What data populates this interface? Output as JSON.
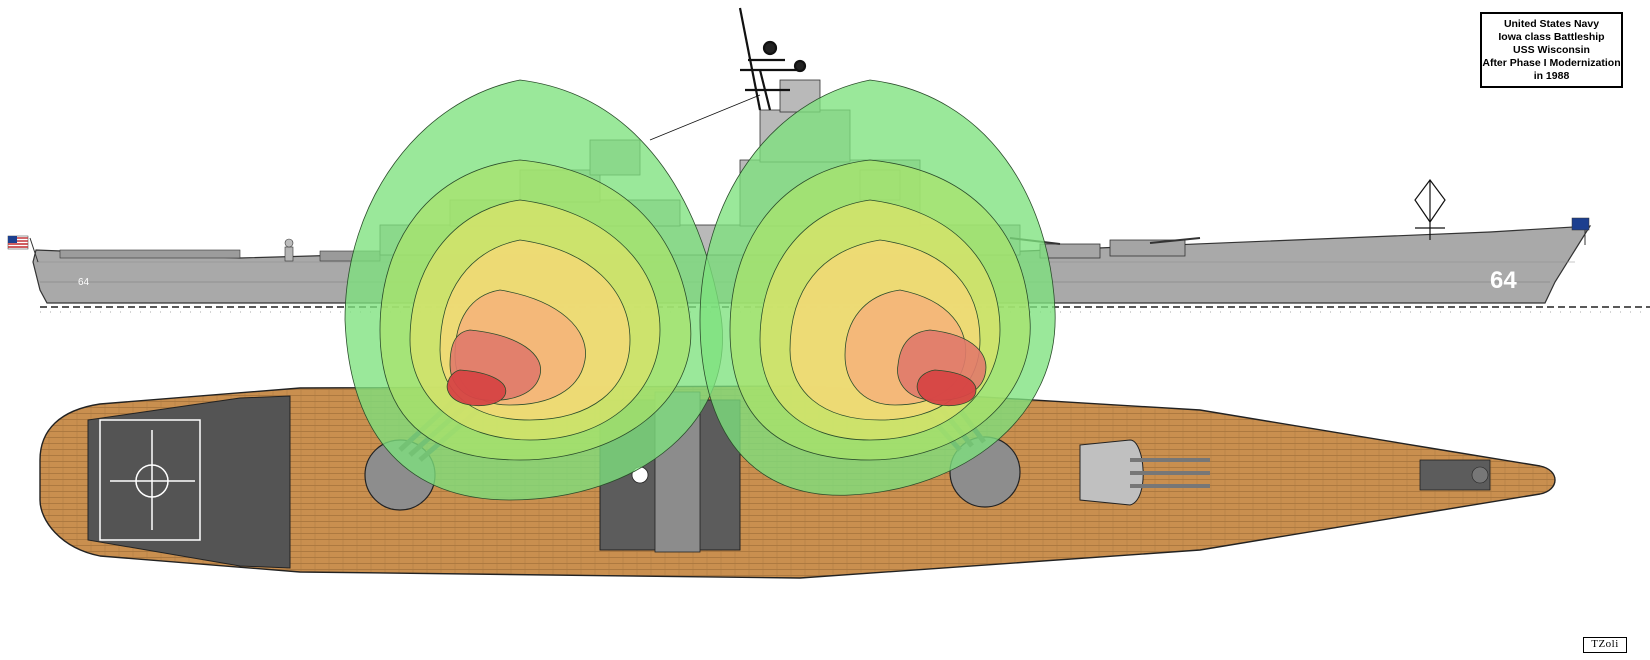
{
  "title_block": {
    "line1": "United States Navy",
    "line2": "Iowa class Battleship",
    "line3": "USS Wisconsin",
    "line4": "After Phase I Modernization",
    "line5": "in 1988"
  },
  "hull_number_bow": "64",
  "hull_number_stern": "64",
  "artist_signature": "TZoli",
  "colors": {
    "hull_gray": "#a9a9a9",
    "deck_wood": "#c98f4f",
    "superstructure_dark": "#5c5c5c",
    "blast_zone_outer": "#8fe88f",
    "blast_zone_inner": "#d64545"
  }
}
